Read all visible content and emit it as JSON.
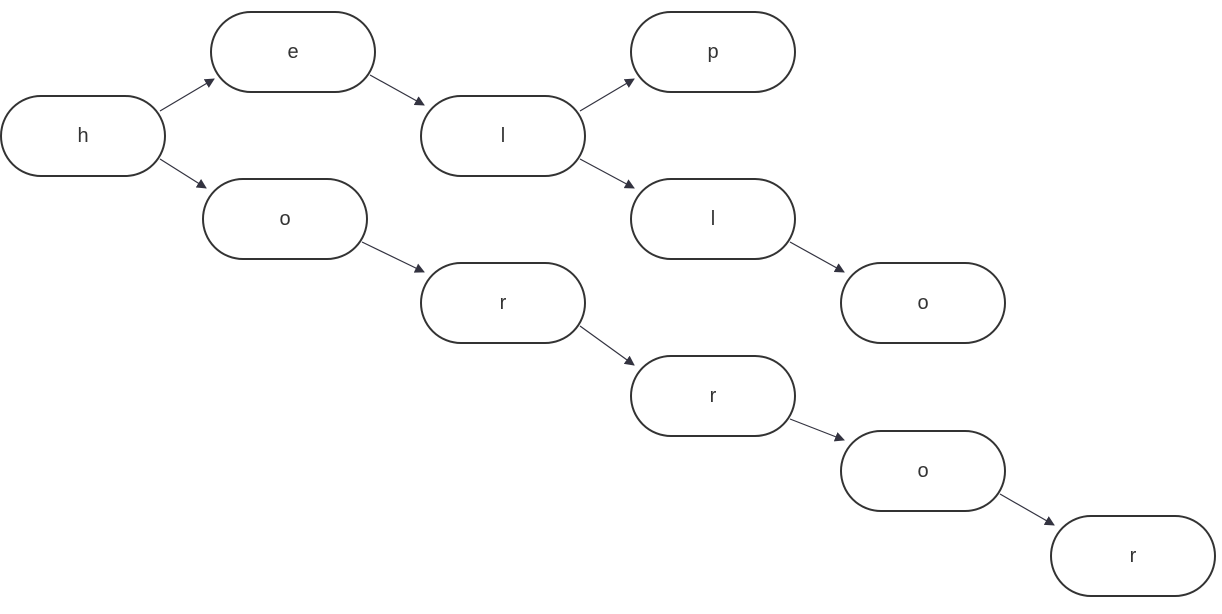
{
  "diagram": {
    "colors": {
      "stroke": "#333333",
      "arrow": "#333340",
      "background": "#ffffff"
    },
    "nodes": [
      {
        "id": "n-h",
        "label": "h"
      },
      {
        "id": "n-e",
        "label": "e"
      },
      {
        "id": "n-o1",
        "label": "o"
      },
      {
        "id": "n-l1",
        "label": "l"
      },
      {
        "id": "n-p",
        "label": "p"
      },
      {
        "id": "n-l2",
        "label": "l"
      },
      {
        "id": "n-o2",
        "label": "o"
      },
      {
        "id": "n-r1",
        "label": "r"
      },
      {
        "id": "n-r2",
        "label": "r"
      },
      {
        "id": "n-o3",
        "label": "o"
      },
      {
        "id": "n-r3",
        "label": "r"
      }
    ],
    "edges": [
      {
        "from": "n-h",
        "to": "n-e"
      },
      {
        "from": "n-h",
        "to": "n-o1"
      },
      {
        "from": "n-e",
        "to": "n-l1"
      },
      {
        "from": "n-l1",
        "to": "n-p"
      },
      {
        "from": "n-l1",
        "to": "n-l2"
      },
      {
        "from": "n-l2",
        "to": "n-o2"
      },
      {
        "from": "n-o1",
        "to": "n-r1"
      },
      {
        "from": "n-r1",
        "to": "n-r2"
      },
      {
        "from": "n-r2",
        "to": "n-o3"
      },
      {
        "from": "n-o3",
        "to": "n-r3"
      }
    ]
  }
}
